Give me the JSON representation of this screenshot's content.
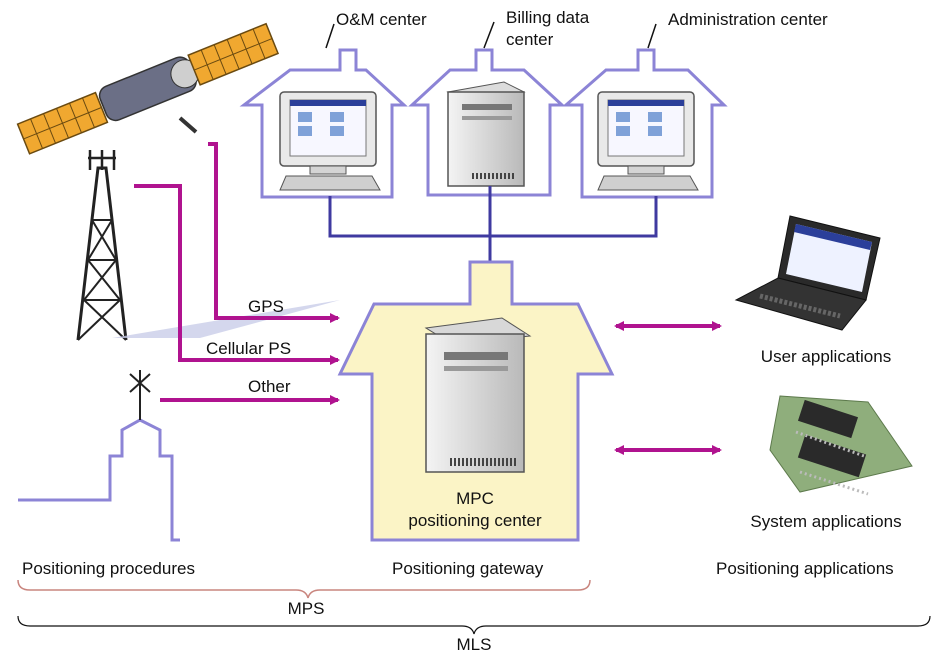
{
  "colors": {
    "outline": "#8c84d6",
    "link": "#3f3aa0",
    "arrow": "#b0138f",
    "gateway_fill": "#fbf4c6",
    "panel_green": "#8fae7c",
    "bracket": "#c9857e"
  },
  "centers": {
    "om": "O&M center",
    "billing_line1": "Billing data",
    "billing_line2": "center",
    "admin": "Administration center"
  },
  "inputs": {
    "gps": "GPS",
    "cellular": "Cellular PS",
    "other": "Other"
  },
  "gateway": {
    "line1": "MPC",
    "line2": "positioning center"
  },
  "apps": {
    "user": "User applications",
    "system": "System applications"
  },
  "sections": {
    "procedures": "Positioning procedures",
    "gateway": "Positioning gateway",
    "applications": "Positioning applications",
    "mps": "MPS",
    "mls": "MLS"
  },
  "icons": {
    "satellite": "satellite-icon",
    "tower": "cell-tower-icon",
    "other": "antenna-building-icon",
    "laptop": "laptop-icon",
    "chips": "microchip-icon",
    "monitor": "monitor-icon",
    "server": "server-icon"
  }
}
